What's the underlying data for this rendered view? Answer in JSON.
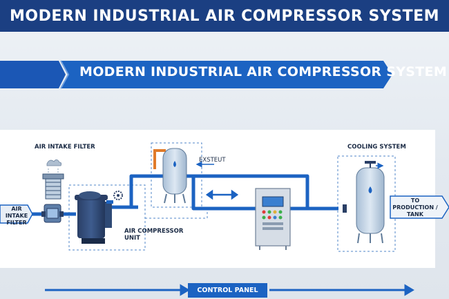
{
  "header": {
    "title": "MODERN INDUSTRIAL AIR COMPRESSOR SYSTEM",
    "ribbon_title": "MODERN INDUSTRIAL AIR COMPRESSOR SYSTEM"
  },
  "diagram": {
    "intake_filter_heading": "AIR INTAKE FILTER",
    "intake_filter_inlet": "AIR INTAKE\nFILTER",
    "compressor_unit": "AIR COMPRESSOR\nUNIT",
    "exhaust_label": "EXSTEUT",
    "cooling_system": "COOLING SYSTEM",
    "outlet_label": "TO PRODUCTION /\nTANK",
    "control_panel": "CONTROL PANEL"
  },
  "colors": {
    "navy": "#1b3f82",
    "accent_blue": "#1c63c2",
    "tank_blue": "#c9d9ea",
    "orange_pipe": "#e07b2a"
  }
}
